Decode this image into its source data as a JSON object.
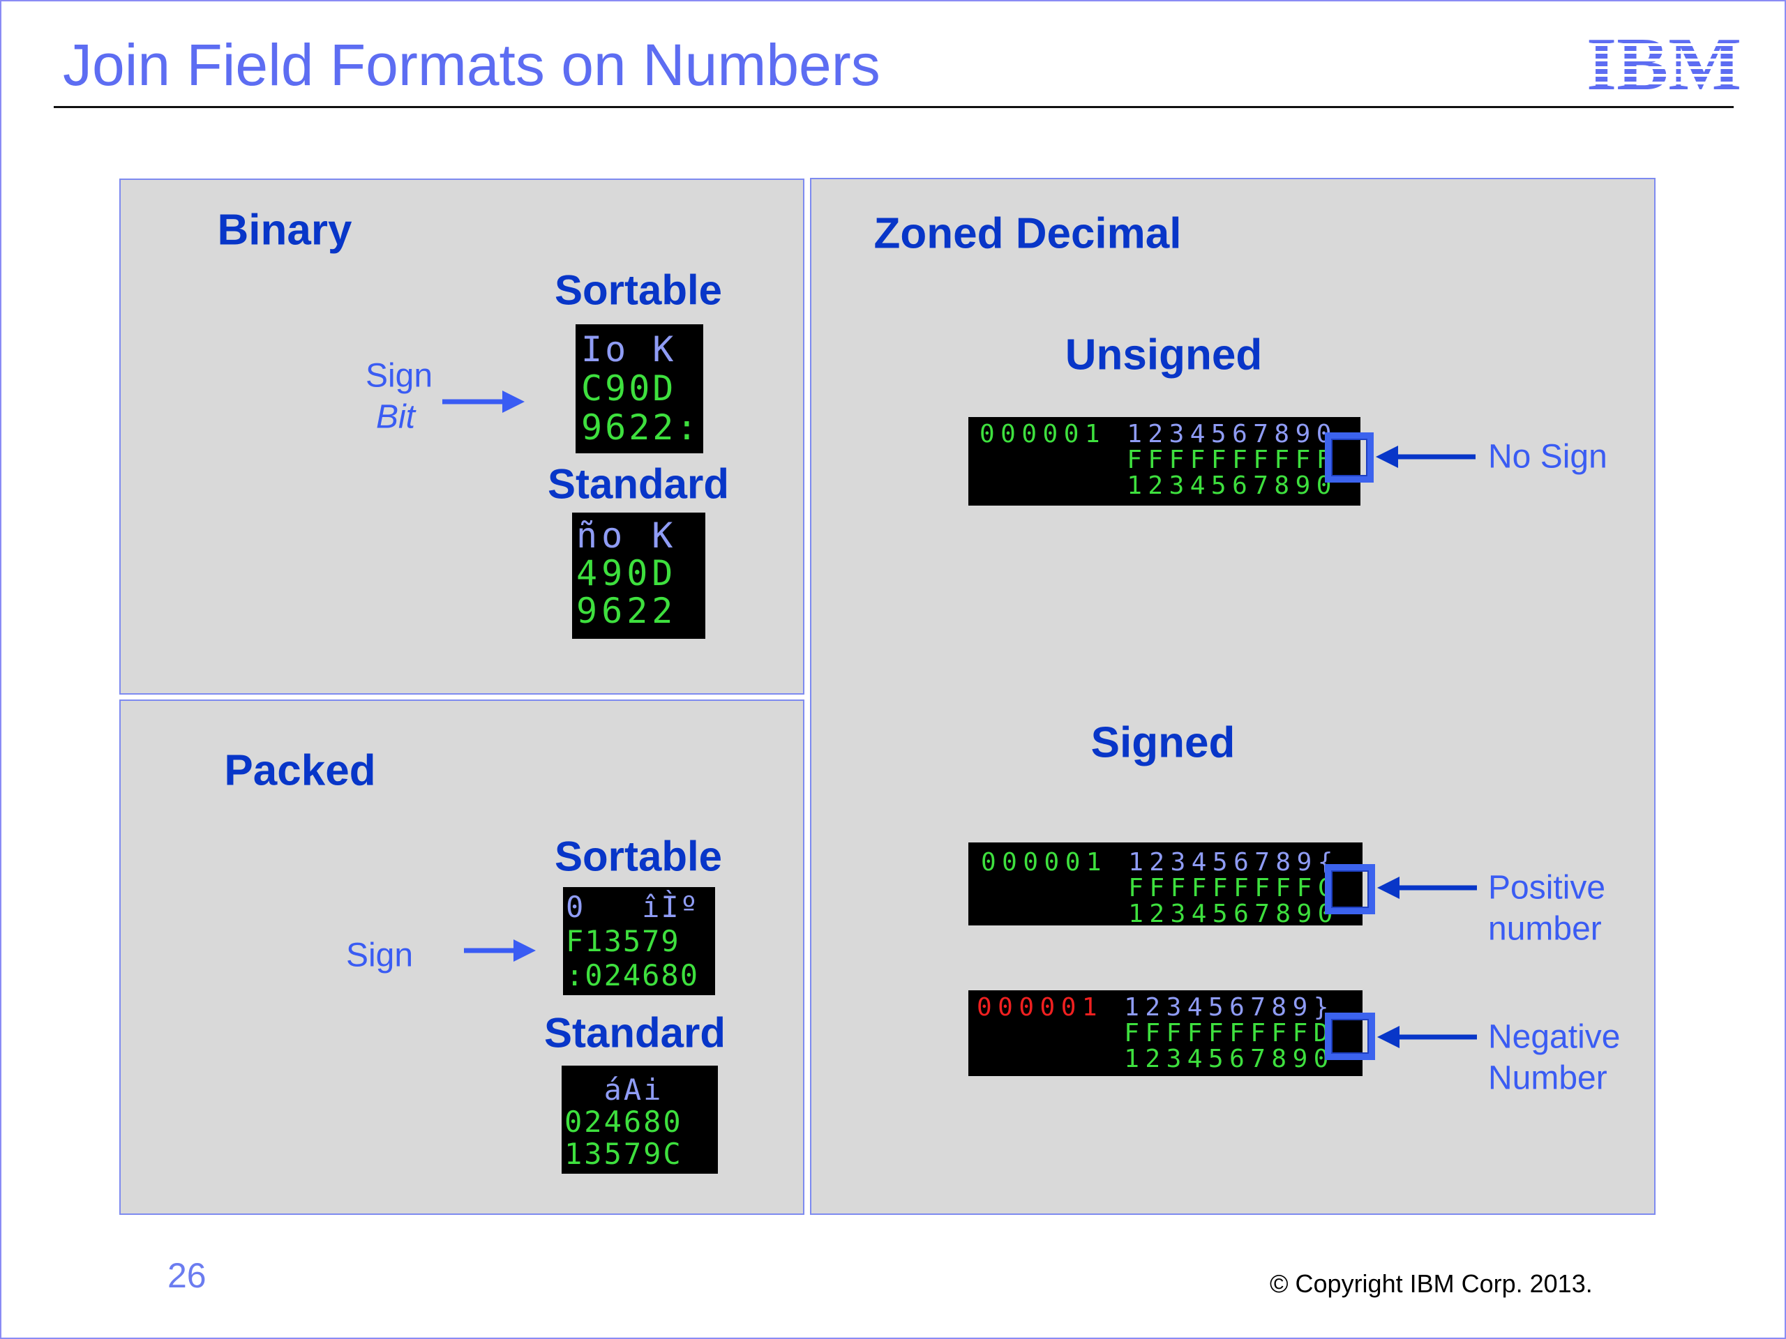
{
  "slide": {
    "title": "Join Field Formats on Numbers",
    "logo_text": "IBM",
    "page_number": "26",
    "copyright": "© Copyright IBM Corp. 2013."
  },
  "colors": {
    "title": "#5d6df2",
    "heading": "#0836c8",
    "label": "#3a5cf3",
    "green": "#3ee03e",
    "blue": "#8f9cf5",
    "red": "#f02020",
    "panel": "#d9d9d9"
  },
  "binary": {
    "heading": "Binary",
    "sortable_label": "Sortable",
    "standard_label": "Standard",
    "sign_label": "Sign",
    "bit_label": "Bit",
    "sortable_screen": [
      [
        {
          "t": "Io K",
          "c": "blue"
        }
      ],
      [
        {
          "t": "C90D",
          "c": "green"
        }
      ],
      [
        {
          "t": "9622:",
          "c": "green"
        }
      ]
    ],
    "standard_screen": [
      [
        {
          "t": "ño K",
          "c": "blue"
        }
      ],
      [
        {
          "t": "490D",
          "c": "green"
        }
      ],
      [
        {
          "t": "9622",
          "c": "green"
        }
      ]
    ]
  },
  "packed": {
    "heading": "Packed",
    "sortable_label": "Sortable",
    "standard_label": "Standard",
    "sign_label": "Sign",
    "sortable_screen": [
      [
        {
          "t": "0   îÌº",
          "c": "blue"
        }
      ],
      [
        {
          "t": "F13579",
          "c": "green"
        }
      ],
      [
        {
          "t": ":024680",
          "c": "green"
        }
      ]
    ],
    "standard_screen": [
      [
        {
          "t": "  áAi",
          "c": "blue"
        }
      ],
      [
        {
          "t": "024680",
          "c": "green"
        }
      ],
      [
        {
          "t": "13579C",
          "c": "green"
        }
      ]
    ]
  },
  "zoned": {
    "heading": "Zoned Decimal",
    "unsigned_label": "Unsigned",
    "signed_label": "Signed",
    "unsigned_screen": [
      [
        {
          "t": "000001 ",
          "c": "green"
        },
        {
          "t": "1234567890",
          "c": "blue"
        }
      ],
      [
        {
          "t": "       ",
          "c": "green"
        },
        {
          "t": "FFFFFFFFFF",
          "c": "green"
        }
      ],
      [
        {
          "t": "       ",
          "c": "green"
        },
        {
          "t": "1234567890",
          "c": "green"
        }
      ]
    ],
    "positive_screen": [
      [
        {
          "t": "000001 ",
          "c": "green"
        },
        {
          "t": "123456789{",
          "c": "blue"
        }
      ],
      [
        {
          "t": "       ",
          "c": "green"
        },
        {
          "t": "FFFFFFFFFC",
          "c": "green"
        }
      ],
      [
        {
          "t": "       ",
          "c": "green"
        },
        {
          "t": "1234567890",
          "c": "green"
        }
      ]
    ],
    "negative_screen": [
      [
        {
          "t": "000001 ",
          "c": "red"
        },
        {
          "t": "123456789}",
          "c": "blue"
        }
      ],
      [
        {
          "t": "       ",
          "c": "green"
        },
        {
          "t": "FFFFFFFFFD",
          "c": "green"
        }
      ],
      [
        {
          "t": "       ",
          "c": "green"
        },
        {
          "t": "1234567890",
          "c": "green"
        }
      ]
    ],
    "no_sign_label": "No Sign",
    "positive_label_1": "Positive",
    "positive_label_2": "number",
    "negative_label_1": "Negative",
    "negative_label_2": "Number"
  }
}
